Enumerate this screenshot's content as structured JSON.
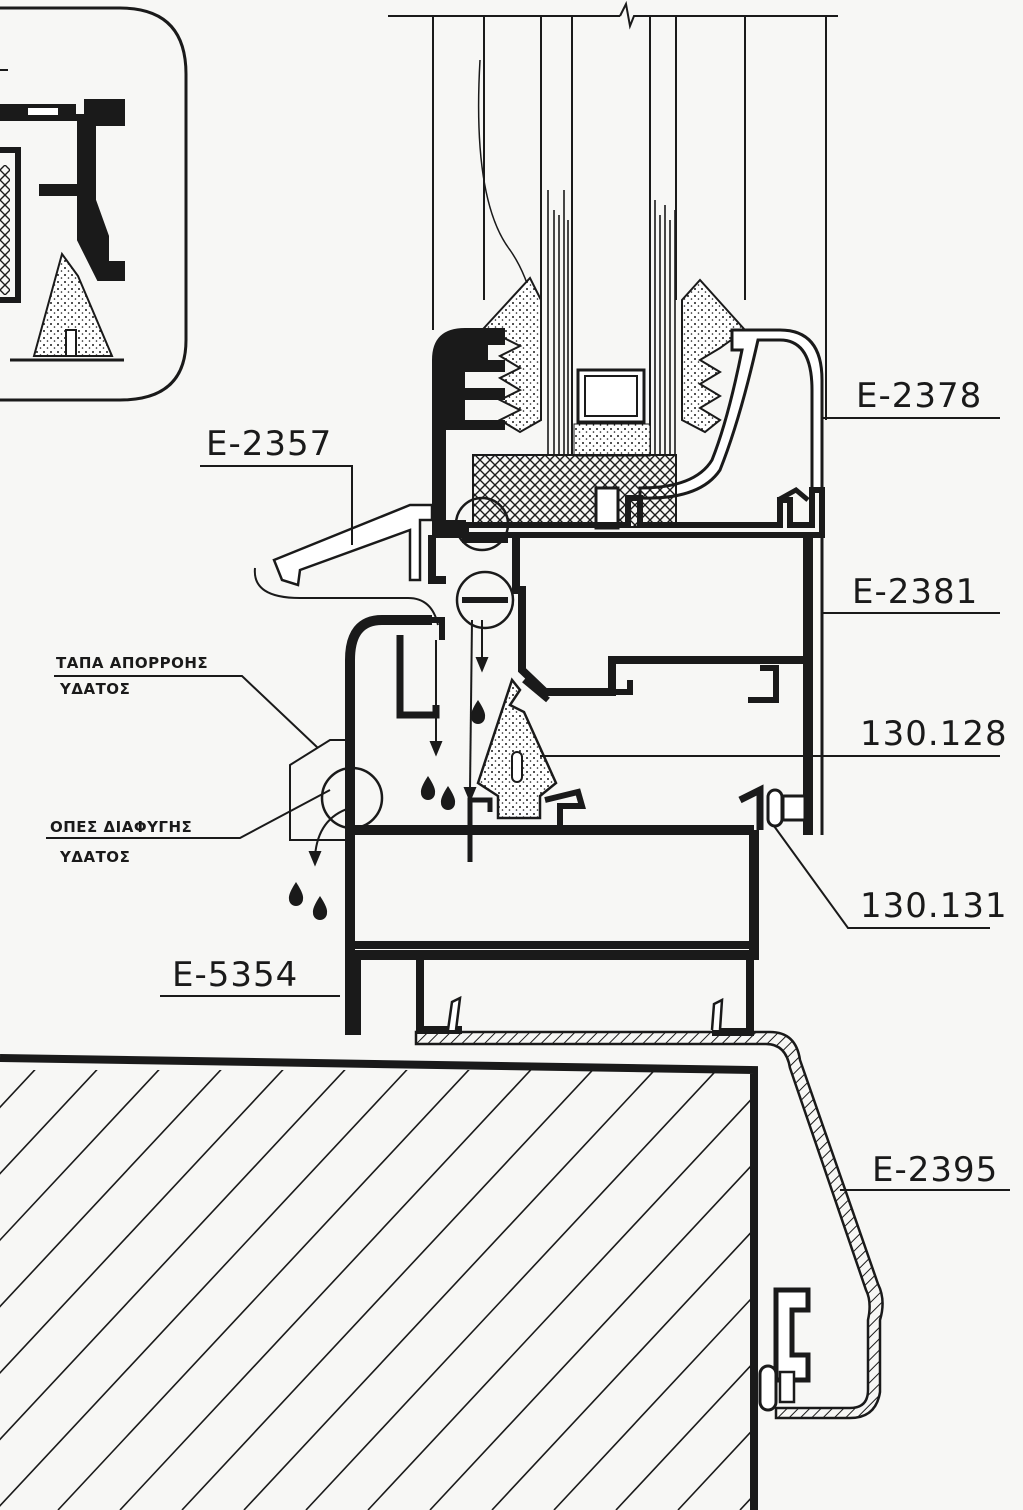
{
  "colors": {
    "ink": "#1a1a1a",
    "paper": "#f7f7f5",
    "gasket": "#cfcfcf"
  },
  "profile_labels": {
    "e2378": "E-2378",
    "e2357": "E-2357",
    "e2381": "E-2381",
    "p130128": "130.128",
    "p130131": "130.131",
    "e5354": "E-5354",
    "e2395": "E-2395"
  },
  "notes": {
    "drain_cap": {
      "line1": "ΤΑΠΑ ΑΠΟΡΡΟΗΣ",
      "line2": "ΥΔΑΤΟΣ"
    },
    "escape_holes": {
      "line1": "ΟΠΕΣ ΔΙΑΦΥΓΗΣ",
      "line2": "ΥΔΑΤΟΣ"
    }
  },
  "icons": [
    "water-drop-icon",
    "flow-arrow-icon",
    "detail-circle-icon",
    "hatched-wall-icon"
  ]
}
